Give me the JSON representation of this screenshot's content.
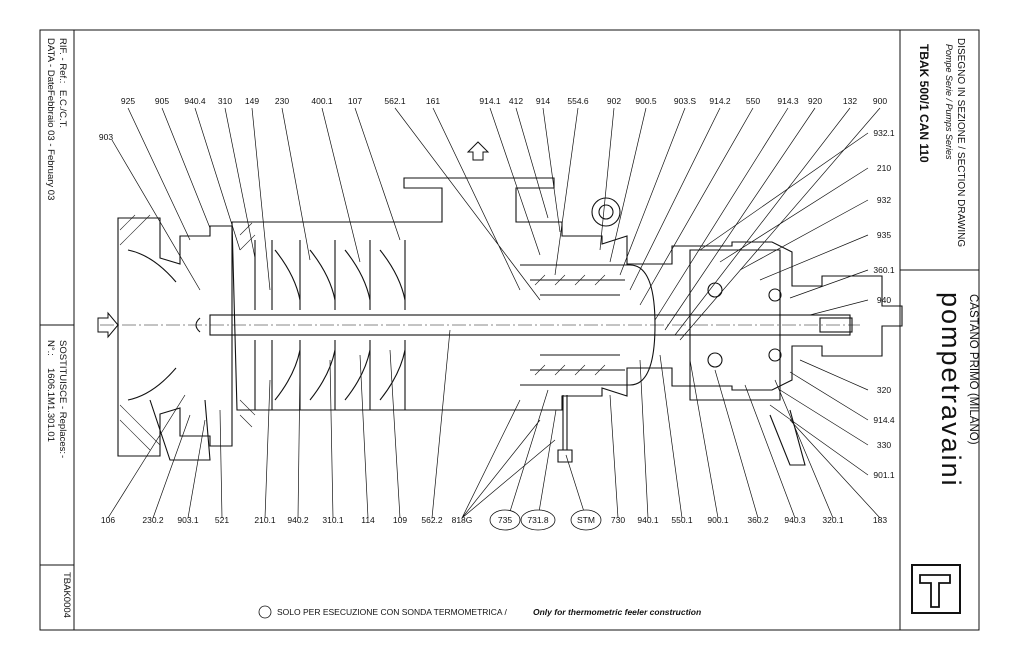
{
  "title_block": {
    "section_it": "DISEGNO IN SEZIONE / SECTION DRAWING",
    "series": "Pompe Serie / Pumps Series",
    "model": "TBAK 500/1  CAN 110",
    "brand": "pompetravaini",
    "location": "CASTANO PRIMO  (MILANO)"
  },
  "left_block": {
    "rif_label": "RIF. - Ref.:",
    "rif_value": "E.C./C.T.",
    "date_label": "DATA - Date:",
    "date_value": "Febbraio 03 - February 03",
    "replaces_label": "SOSTITUISCE - Replaces:",
    "replaces_value": "-",
    "number_label": "N°.:",
    "number_value": "1606.1M1.301.01",
    "drawing_code": "TBAK0004"
  },
  "footnote": {
    "it": "SOLO PER ESECUZIONE CON SONDA TERMOMETRICA /",
    "en": "Only for thermometric feeler construction"
  },
  "top_labels": [
    "925",
    "905",
    "940.4",
    "310",
    "149",
    "230",
    "400.1",
    "107",
    "562.1",
    "161",
    "914.1",
    "412",
    "914",
    "554.6",
    "902",
    "900.5",
    "903.S",
    "914.2",
    "550",
    "914.3",
    "920",
    "132",
    "900"
  ],
  "bottom_labels": [
    "106",
    "230.2",
    "903.1",
    "521",
    "210.1",
    "940.2",
    "310.1",
    "114",
    "109",
    "562.2",
    "818G",
    "735",
    "731.8",
    "STM",
    "730",
    "940.1",
    "550.1",
    "900.1",
    "360.2",
    "940.3",
    "320.1",
    "183"
  ],
  "circled_labels": [
    "735",
    "731.8",
    "STM"
  ],
  "left_labels": [
    "903"
  ],
  "right_labels": [
    "932.1",
    "210",
    "932",
    "935",
    "360.1",
    "940",
    "320",
    "914.4",
    "330",
    "901.1"
  ]
}
